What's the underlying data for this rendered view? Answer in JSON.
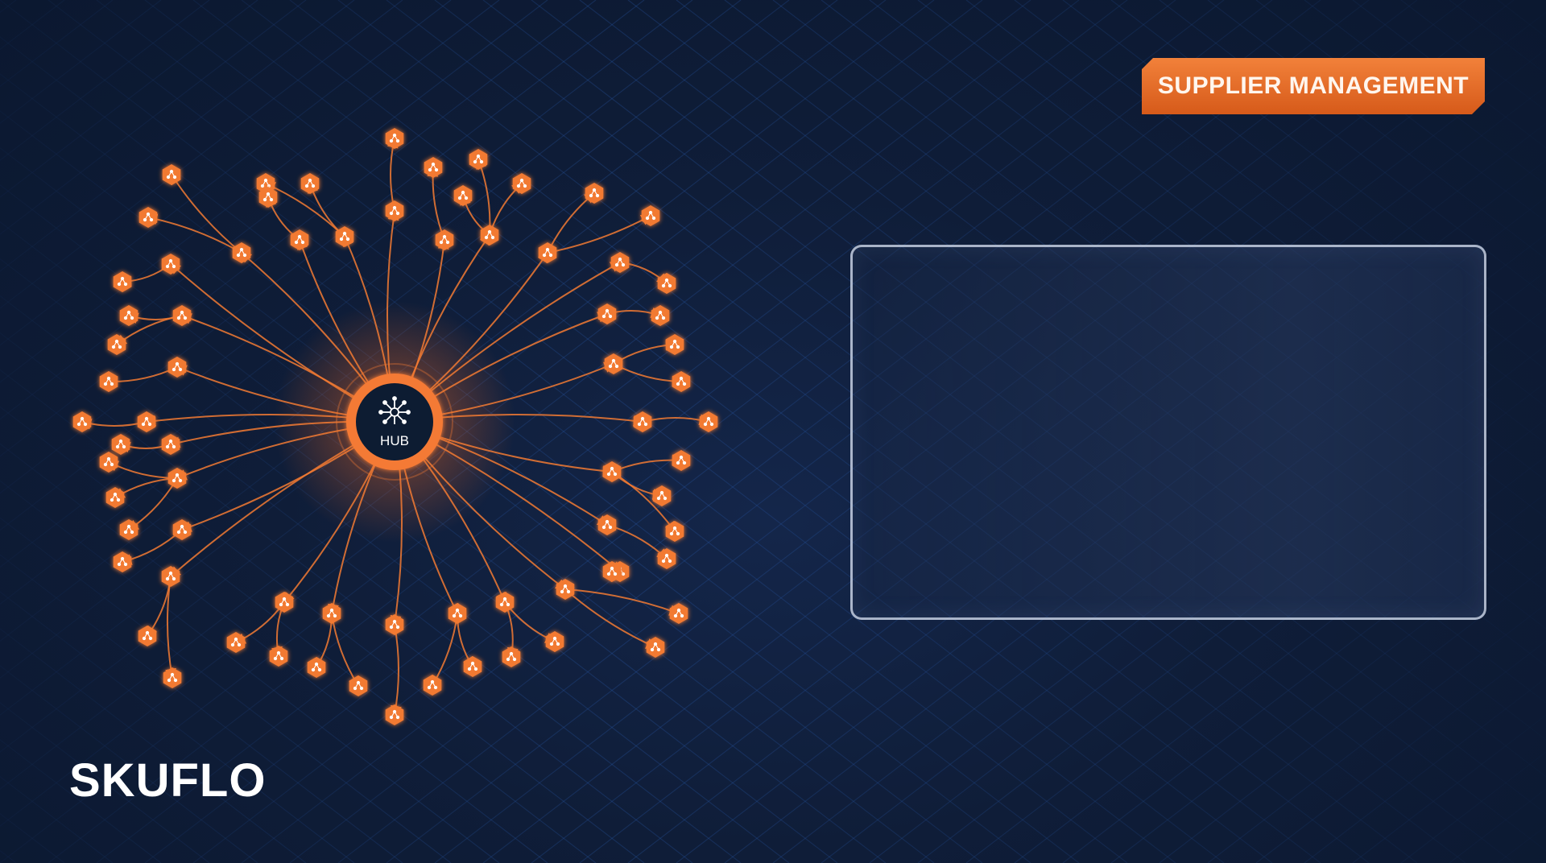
{
  "badge": {
    "label": "SUPPLIER MANAGEMENT"
  },
  "hub": {
    "label": "HUB"
  },
  "brand": {
    "name": "SKUFLO"
  },
  "panel": {
    "content": ""
  },
  "colors": {
    "background": "#0f1d36",
    "accent": "#f27a32",
    "grid": "#2b5fb0",
    "panel_border": "#dce6f5"
  },
  "icons": {
    "node": "network-icon",
    "hub": "network-hub-icon"
  }
}
